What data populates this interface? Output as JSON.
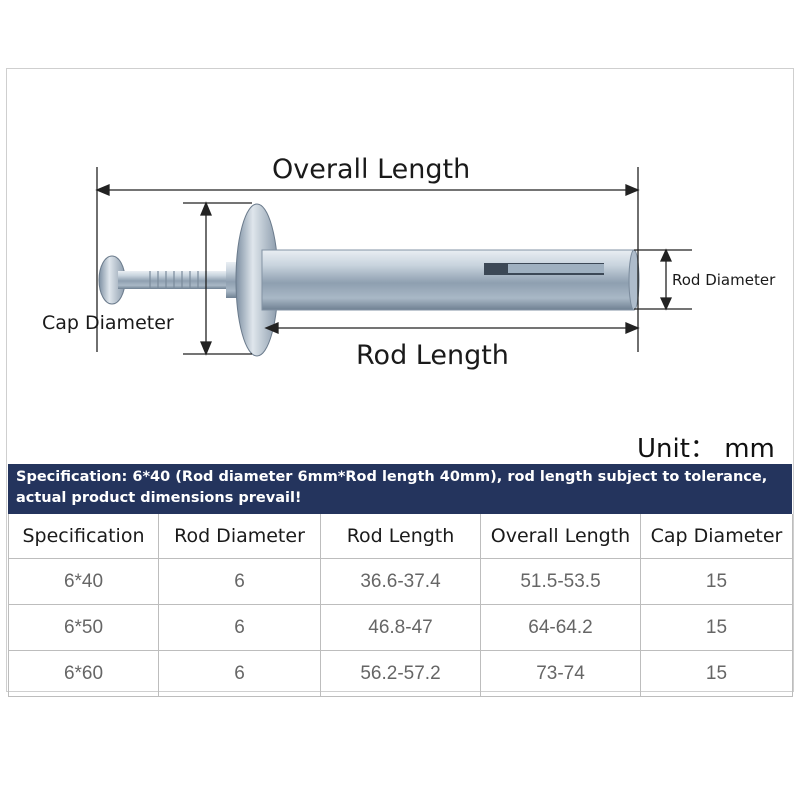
{
  "diagram": {
    "overall_length_label": "Overall Length",
    "rod_length_label": "Rod Length",
    "cap_diameter_label": "Cap Diameter",
    "rod_diameter_label": "Rod Diameter"
  },
  "unit_label": "Unit： mm",
  "banner": {
    "line1": "Specification: 6*40 (Rod diameter 6mm*Rod length 40mm), rod length subject to tolerance,",
    "line2": "actual product dimensions prevail!"
  },
  "table": {
    "headers": [
      "Specification",
      "Rod Diameter",
      "Rod Length",
      "Overall Length",
      "Cap Diameter"
    ],
    "rows": [
      [
        "6*40",
        "6",
        "36.6-37.4",
        "51.5-53.5",
        "15"
      ],
      [
        "6*50",
        "6",
        "46.8-47",
        "64-64.2",
        "15"
      ],
      [
        "6*60",
        "6",
        "56.2-57.2",
        "73-74",
        "15"
      ]
    ]
  },
  "colors": {
    "banner_bg": "#24345d",
    "metal": "#b8c6d4"
  }
}
